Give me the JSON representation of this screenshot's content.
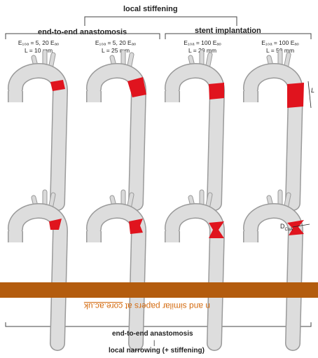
{
  "top": {
    "title": "local stiffening",
    "groups": [
      {
        "title": "end-to-end anastomosis"
      },
      {
        "title": "stent implantation"
      }
    ],
    "cases": [
      {
        "line1": "E₁₀ₐ = 5, 20 Eₐₒ",
        "line2": "L = 10 mm"
      },
      {
        "line1": "E₁₀ₐ = 5, 20 Eₐₒ",
        "line2": "L = 25 mm"
      },
      {
        "line1": "E₁₀ₐ = 100 Eₐₒ",
        "line2": "L = 20 mm"
      },
      {
        "line1": "E₁₀ₐ = 100 Eₐₒ",
        "line2": "L = 50 mm"
      }
    ],
    "length_marker": "L"
  },
  "bottom": {
    "diameter_label": "D",
    "diameter_sub": "CoA",
    "group_title": "end-to-end anastomosis",
    "separator": "|",
    "title": "local narrowing (+ stiffening)"
  },
  "banner": {
    "mirrored_text": "n and similar papers at",
    "mirrored_link": "core.ac.uk",
    "color": "#b35c0e"
  },
  "colors": {
    "aorta": "#d9d9d9",
    "aorta_stroke": "#9a9a9a",
    "stiff": "#e0141e"
  }
}
